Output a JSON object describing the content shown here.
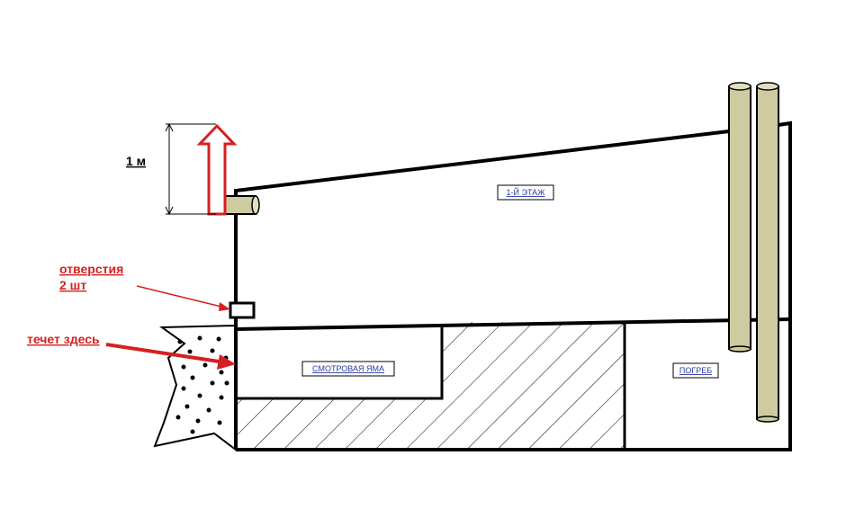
{
  "dimension_label": "1 м",
  "labels": {
    "openings_line1": "отверстия",
    "openings_line2": "2 шт",
    "leak_here": "течет здесь",
    "first_floor": "1-Й ЭТАЖ",
    "inspection_pit": "СМОТРОВАЯ ЯМА",
    "cellar": "ПОГРЕБ"
  },
  "colors": {
    "accent_red": "#d42020",
    "pipe_fill": "#cfcba0",
    "label_blue": "#2a3aa0"
  }
}
